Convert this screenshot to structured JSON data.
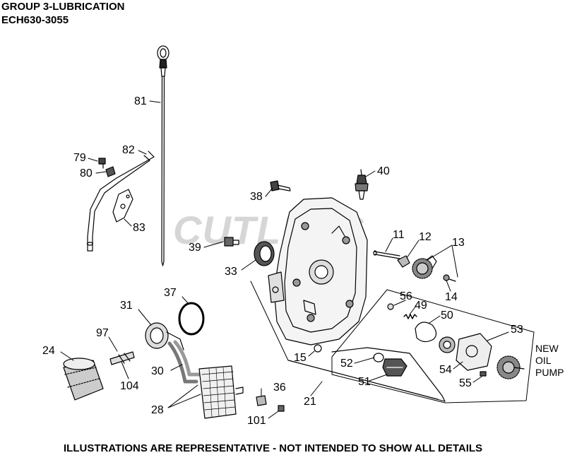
{
  "header": {
    "line1": "GROUP 3-LUBRICATION",
    "line2": "ECH630-3055"
  },
  "watermark": "CUTLERS",
  "footer": "ILLUSTRATIONS ARE REPRESENTATIVE - NOT INTENDED TO SHOW ALL DETAILS",
  "note": {
    "line1": "NEW",
    "line2": "OIL",
    "line3": "PUMP"
  },
  "parts": {
    "p81": "81",
    "p82": "82",
    "p79": "79",
    "p80": "80",
    "p83": "83",
    "p38": "38",
    "p40": "40",
    "p39": "39",
    "p33": "33",
    "p11": "11",
    "p12": "12",
    "p13": "13",
    "p14": "14",
    "p56": "56",
    "p49": "49",
    "p50": "50",
    "p53": "53",
    "p37": "37",
    "p31": "31",
    "p97": "97",
    "p24": "24",
    "p104": "104",
    "p30": "30",
    "p28": "28",
    "p15": "15",
    "p52": "52",
    "p51": "51",
    "p54": "54",
    "p55": "55",
    "p21": "21",
    "p36": "36",
    "p101": "101"
  }
}
